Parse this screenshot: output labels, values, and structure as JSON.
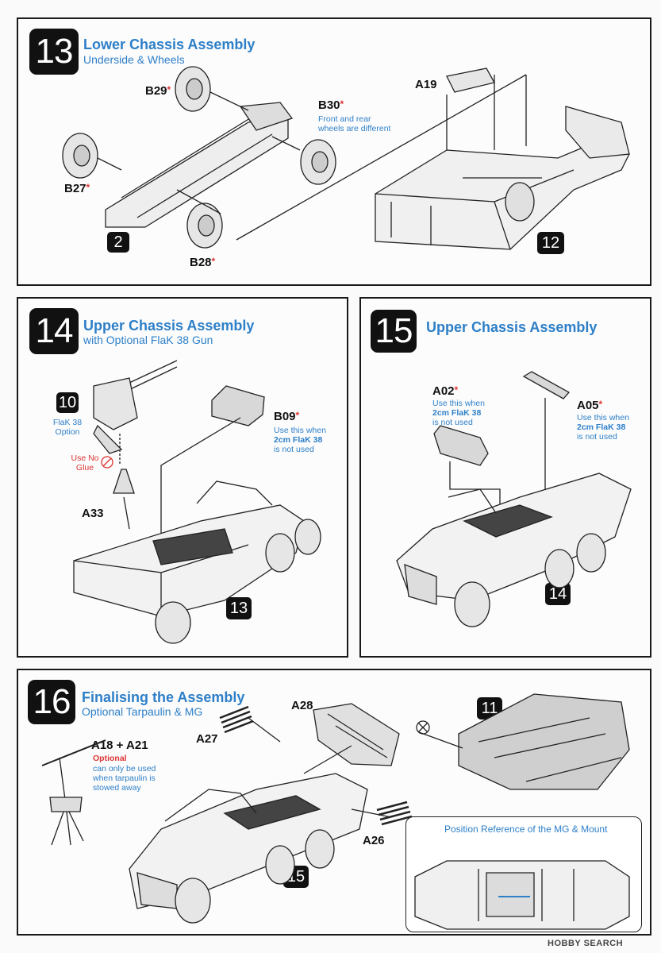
{
  "steps": {
    "s13": {
      "number": "13",
      "title": "Lower Chassis Assembly",
      "subtitle": "Underside & Wheels",
      "parts": {
        "b29": "B29",
        "b30": "B30",
        "b27": "B27",
        "b28": "B28",
        "a19": "A19"
      },
      "note_b30": [
        "Front and rear",
        "wheels are different"
      ],
      "refs": {
        "left": "2",
        "right": "12"
      }
    },
    "s14": {
      "number": "14",
      "title": "Upper Chassis Assembly",
      "subtitle": "with Optional FlaK 38 Gun",
      "ref_gun": "10",
      "gun_note": [
        "FlaK 38",
        "Option"
      ],
      "no_glue": [
        "Use No",
        "Glue"
      ],
      "parts": {
        "b09": "B09",
        "a33": "A33"
      },
      "note_b09": [
        "Use this when",
        "2cm FlaK 38",
        "is not used"
      ],
      "ref": "13"
    },
    "s15": {
      "number": "15",
      "title": "Upper Chassis Assembly",
      "parts": {
        "a02": "A02",
        "a05": "A05"
      },
      "note_a02": [
        "Use this when",
        "2cm FlaK 38",
        "is not used"
      ],
      "note_a05": [
        "Use this when",
        "2cm FlaK 38",
        "is not used"
      ],
      "ref": "14"
    },
    "s16": {
      "number": "16",
      "title": "Finalising the Assembly",
      "subtitle": "Optional Tarpaulin & MG",
      "parts": {
        "a28": "A28",
        "a27": "A27",
        "a26": "A26",
        "a18a21": "A18 + A21"
      },
      "optional_label": "Optional",
      "optional_note": [
        "can only be used",
        "when tarpaulin is",
        "stowed away"
      ],
      "ref_top": "11",
      "ref_bottom": "15",
      "inset_caption": "Position Reference of the MG & Mount"
    }
  },
  "asterisk": "*",
  "footer": "HOBBY SEARCH",
  "colors": {
    "accent": "#2d7fc8",
    "asterisk": "#d33",
    "ink": "#111"
  }
}
